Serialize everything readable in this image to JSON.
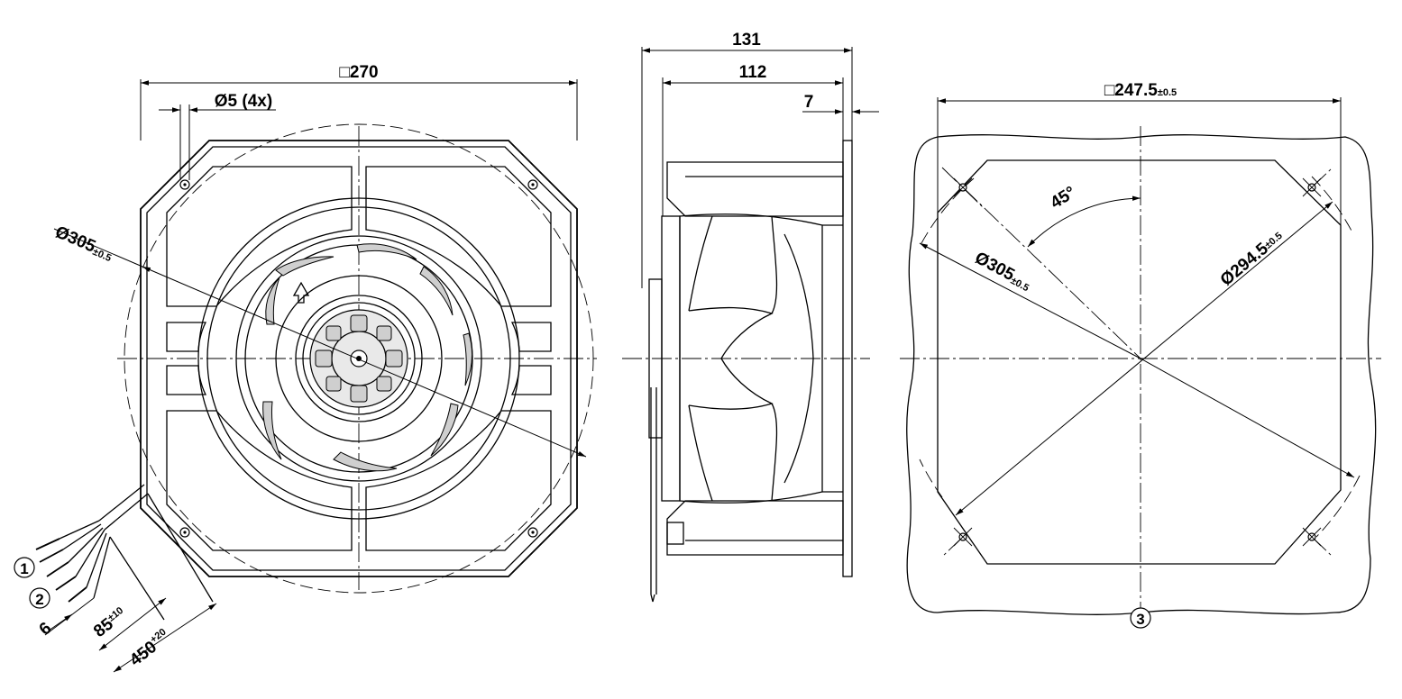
{
  "front_view": {
    "width": "□270",
    "hole_callout": "Ø5 (4x)",
    "diameter_main": "Ø305",
    "diameter_tol": "±0.5",
    "lead_len_1": "85",
    "lead_len_1_tol": "±10",
    "lead_len_2": "450",
    "lead_len_2_tol": "+20",
    "lead_strip": "6",
    "callout_1": "1",
    "callout_2": "2"
  },
  "side_view": {
    "overall_depth": "131",
    "body_depth": "112",
    "flange": "7"
  },
  "cutout_view": {
    "hole_spacing": "□247.5",
    "hole_spacing_tol": "±0.5",
    "angle": "45°",
    "diameter_outer": "Ø305",
    "diameter_outer_tol": "±0.5",
    "diameter_bolt": "Ø294.5",
    "diameter_bolt_tol": "±0.5",
    "callout_3": "3"
  }
}
